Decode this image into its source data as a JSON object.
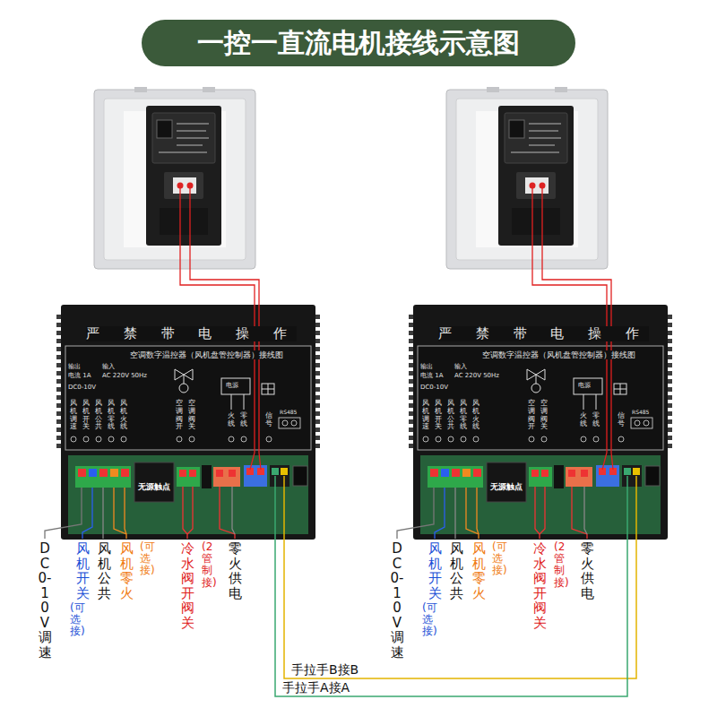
{
  "diagram": {
    "title": "一控一直流电机接线示意图",
    "nodes": [
      {
        "text": [
          "严 禁 带 电 操 作",
          "空调数字温控器（风机盘管控制器）接线图",
          "输出",
          "电流 1A",
          "输入",
          "AC 220V 50Hz",
          "DC0-10V",
          "风机调速",
          "风机开关",
          "风机公共",
          "风机零线",
          "风机火线",
          "空调阀开",
          "空调阀关",
          "电源",
          "火线",
          "零线",
          "信号",
          "RS485",
          "无源触点"
        ]
      },
      {
        "text": [
          "严 禁 带 电 操 作",
          "空调数字温控器（风机盘管控制器）接线图",
          "输出",
          "电流 1A",
          "输入",
          "AC 220V 50Hz",
          "DC0-10V",
          "风机调速",
          "风机开关",
          "风机公共",
          "风机零线",
          "风机火线",
          "空调阀开",
          "空调阀关",
          "电源",
          "火线",
          "零线",
          "信号",
          "RS485",
          "无源触点"
        ]
      }
    ],
    "edges": [
      {
        "from": 0,
        "to": 1,
        "arrow": "none",
        "label": "手拉手B接B"
      },
      {
        "from": 0,
        "to": 1,
        "arrow": "none",
        "label": "手拉手A接A"
      }
    ],
    "labels": [
      "DC0-10V调速",
      "风机开关",
      "(可选接)",
      "风机公共",
      "风机零火",
      "(可选接)",
      "冷水阀开阀关",
      "(2管制接)",
      "零火供电",
      "DC0-10V调速",
      "风机开关",
      "(可选接)",
      "风机公共",
      "风机零火",
      "(可选接)",
      "冷水阀开阀关",
      "(2管制接)",
      "零火供电"
    ]
  }
}
